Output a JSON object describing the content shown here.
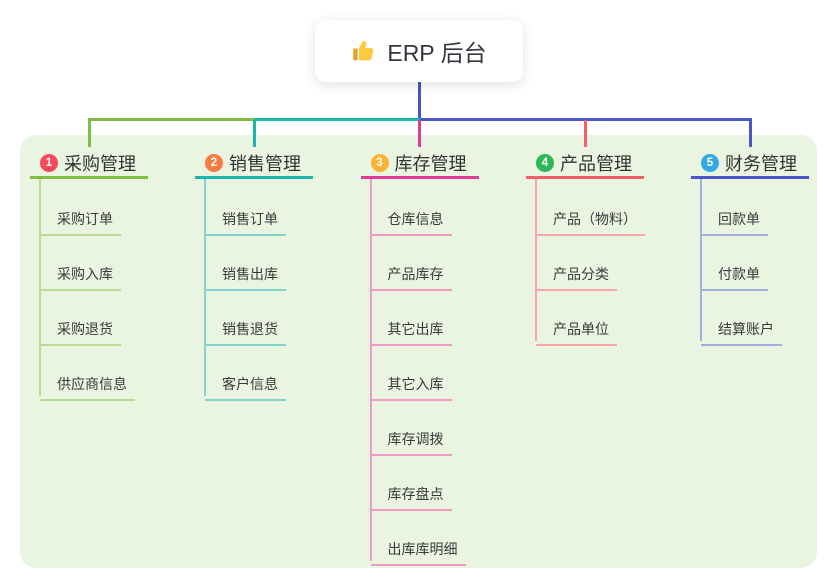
{
  "root": {
    "icon": "thumbs-up-icon",
    "label": "ERP 后台"
  },
  "colors": {
    "trunk": "#4a56c8",
    "panel_bg": "#e9f5e1",
    "text": "#333333"
  },
  "branches": [
    {
      "badge": "1",
      "badge_color": "#f8485e",
      "title": "采购管理",
      "line_color": "#7fbe41",
      "child_line_color": "#b7dc92",
      "children": [
        "采购订单",
        "采购入库",
        "采购退货",
        "供应商信息"
      ]
    },
    {
      "badge": "2",
      "badge_color": "#f87b3f",
      "title": "销售管理",
      "line_color": "#1db4aa",
      "child_line_color": "#82d3cb",
      "children": [
        "销售订单",
        "销售出库",
        "销售退货",
        "客户信息"
      ]
    },
    {
      "badge": "3",
      "badge_color": "#fcb234",
      "title": "库存管理",
      "line_color": "#e13c96",
      "child_line_color": "#f09ac8",
      "children": [
        "仓库信息",
        "产品库存",
        "其它出库",
        "其它入库",
        "库存调拨",
        "库存盘点",
        "出库库明细"
      ]
    },
    {
      "badge": "4",
      "badge_color": "#2eb757",
      "title": "产品管理",
      "line_color": "#f85f63",
      "child_line_color": "#fba3a6",
      "children": [
        "产品（物料）",
        "产品分类",
        "产品单位"
      ]
    },
    {
      "badge": "5",
      "badge_color": "#35a9e1",
      "title": "财务管理",
      "line_color": "#4a56c8",
      "child_line_color": "#9fafdf",
      "children": [
        "回款单",
        "付款单",
        "结算账户"
      ]
    }
  ]
}
